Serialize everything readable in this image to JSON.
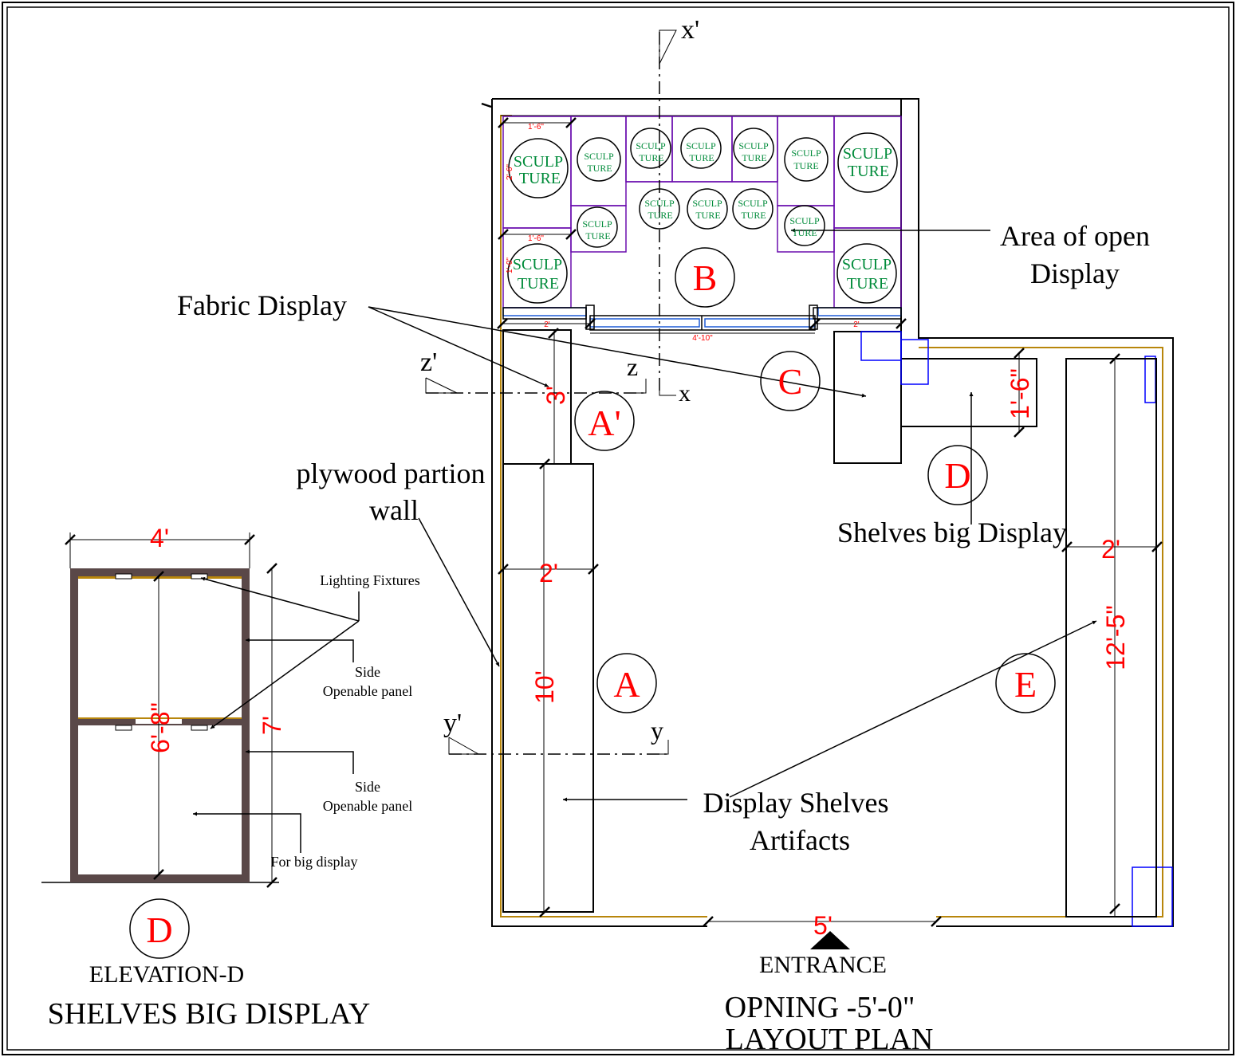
{
  "colors": {
    "line": "#000000",
    "dim": "#ff0000",
    "wall": "#b8860b",
    "sculpt": "#008b3a",
    "grid": "#6a0dad",
    "window": "#1e5bd6",
    "frame": "#5a4848",
    "blue": "#0000ff"
  },
  "section_marks": {
    "x_prime": "x'",
    "x": "x",
    "z_prime": "z'",
    "z": "z",
    "y_prime": "y'",
    "y": "y"
  },
  "zones": {
    "a": "A",
    "a_prime": "A'",
    "b": "B",
    "c": "C",
    "d": "D",
    "e": "E"
  },
  "sculpture": {
    "line1": "SCULP",
    "line2": "TURE"
  },
  "labels": {
    "fabric_display": "Fabric Display",
    "open_display_1": "Area of open",
    "open_display_2": "Display",
    "plywood_1": "plywood partion",
    "plywood_2": "wall",
    "shelves_big": "Shelves big Display",
    "display_shelves_1": "Display Shelves",
    "display_shelves_2": "Artifacts",
    "entrance": "ENTRANCE",
    "opening": "OPNING -5'-0\"",
    "layout_plan": "LAYOUT PLAN"
  },
  "dims": {
    "d_1_6a": "1'-6\"",
    "d_2_6": "2'-6\"",
    "d_1_6b": "1'-6\"",
    "d_1_0": "1'-0\"",
    "d_2a": "2'",
    "d_4_10": "4'-10\"",
    "d_2b": "2'",
    "d_3": "3'",
    "d_2c": "2'",
    "d_10": "10'",
    "d_1_6c": "1'-6\"",
    "d_2d": "2'",
    "d_12_5": "12'-5\"",
    "d_5": "5'"
  },
  "elevation": {
    "width": "4'",
    "height_inner": "6'-8\"",
    "height_outer": "7'",
    "lighting": "Lighting Fixtures",
    "side_1a": "Side",
    "side_1b": "Openable panel",
    "side_2a": "Side",
    "side_2b": "Openable panel",
    "big": "For big display",
    "mark": "D",
    "title_1": "ELEVATION-D",
    "title_2": "SHELVES  BIG  DISPLAY"
  }
}
